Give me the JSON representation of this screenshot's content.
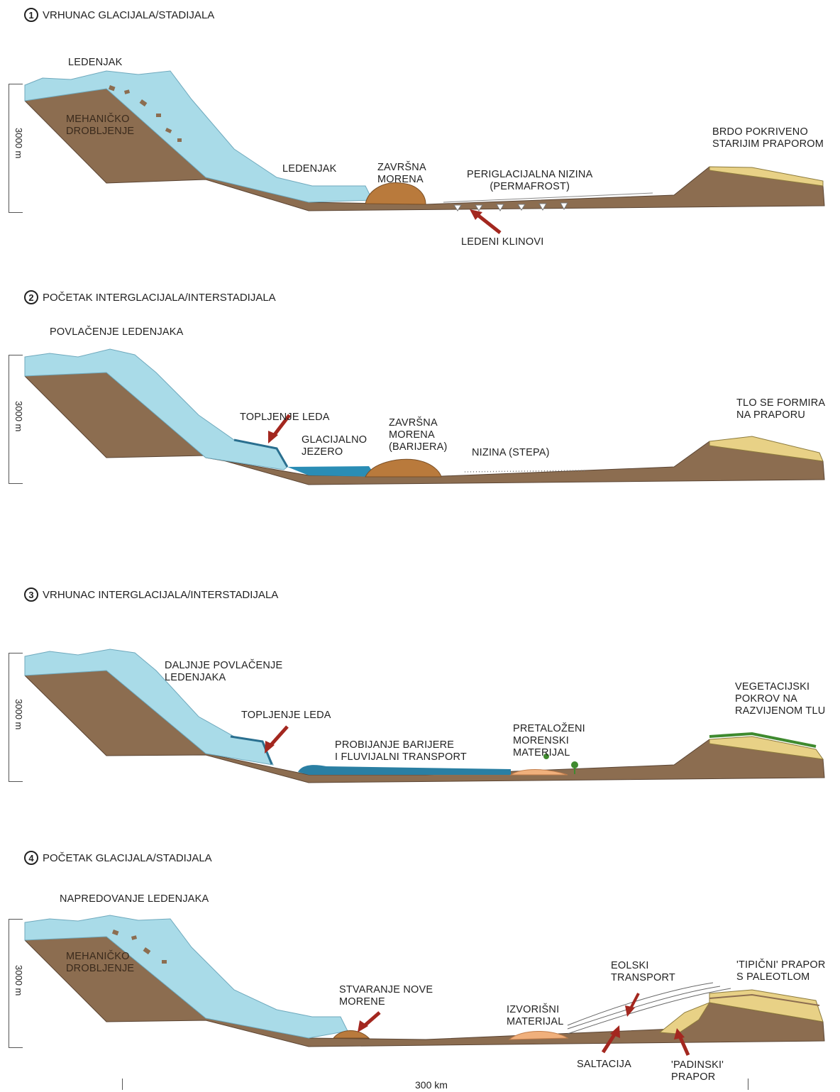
{
  "colors": {
    "ice": "#a9dbe8",
    "rock": "#8c6d50",
    "moraine": "#b97a3c",
    "lake": "#2a8db5",
    "loess": "#e8d186",
    "sand": "#f0b07c",
    "vegetation": "#3f8a2f",
    "arrow": "#a3271f"
  },
  "panels": [
    {
      "number": "1",
      "title": "VRHUNAC GLACIJALA/STADIJALA",
      "scale": "3000 m",
      "labels": {
        "glacier_top": "LEDENJAK",
        "weathering": "MEHANIČKO\nDROBLJENJE",
        "glacier_front": "LEDENJAK",
        "moraine": "ZAVRŠNA\nMORENA",
        "plain": "PERIGLACIJALNA NIZINA\n(PERMAFROST)",
        "wedges": "LEDENI KLINOVI",
        "hill": "BRDO POKRIVENO\nSTARIJIM PRAPOROM"
      }
    },
    {
      "number": "2",
      "title": "POČETAK INTERGLACIJALA/INTERSTADIJALA",
      "scale": "3000 m",
      "labels": {
        "retreat": "POVLAČENJE LEDENJAKA",
        "melt": "TOPLJENJE LEDA",
        "lake": "GLACIJALNO\nJEZERO",
        "moraine": "ZAVRŠNA\nMORENA\n(BARIJERA)",
        "plain": "NIZINA (STEPA)",
        "hill": "TLO SE FORMIRA\nNA PRAPORU"
      }
    },
    {
      "number": "3",
      "title": "VRHUNAC INTERGLACIJALA/INTERSTADIJALA",
      "scale": "3000 m",
      "labels": {
        "retreat": "DALJNJE POVLAČENJE\nLEDENJAKA",
        "melt": "TOPLJENJE LEDA",
        "breach": "PROBIJANJE BARIJERE\nI FLUVIJALNI TRANSPORT",
        "redeposit": "PRETALOŽENI\nMORENSKI\nMATERIJAL",
        "hill": "VEGETACIJSKI\nPOKROV NA\nRAZVIJENOM TLU"
      }
    },
    {
      "number": "4",
      "title": "POČETAK GLACIJALA/STADIJALA",
      "scale": "3000 m",
      "labels": {
        "advance": "NAPREDOVANJE LEDENJAKA",
        "weathering": "MEHANIČKO\nDROBLJENJE",
        "new_moraine": "STVARANJE NOVE\nMORENE",
        "source": "IZVORIŠNI\nMATERIJAL",
        "eolian": "EOLSKI\nTRANSPORT",
        "saltation": "SALTACIJA",
        "slope_loess": "'PADINSKI'\nPRAPOR",
        "typical_loess": "'TIPIČNI' PRAPOR\nS PALEOTLOM"
      }
    }
  ],
  "bottom_scale": "300 km"
}
